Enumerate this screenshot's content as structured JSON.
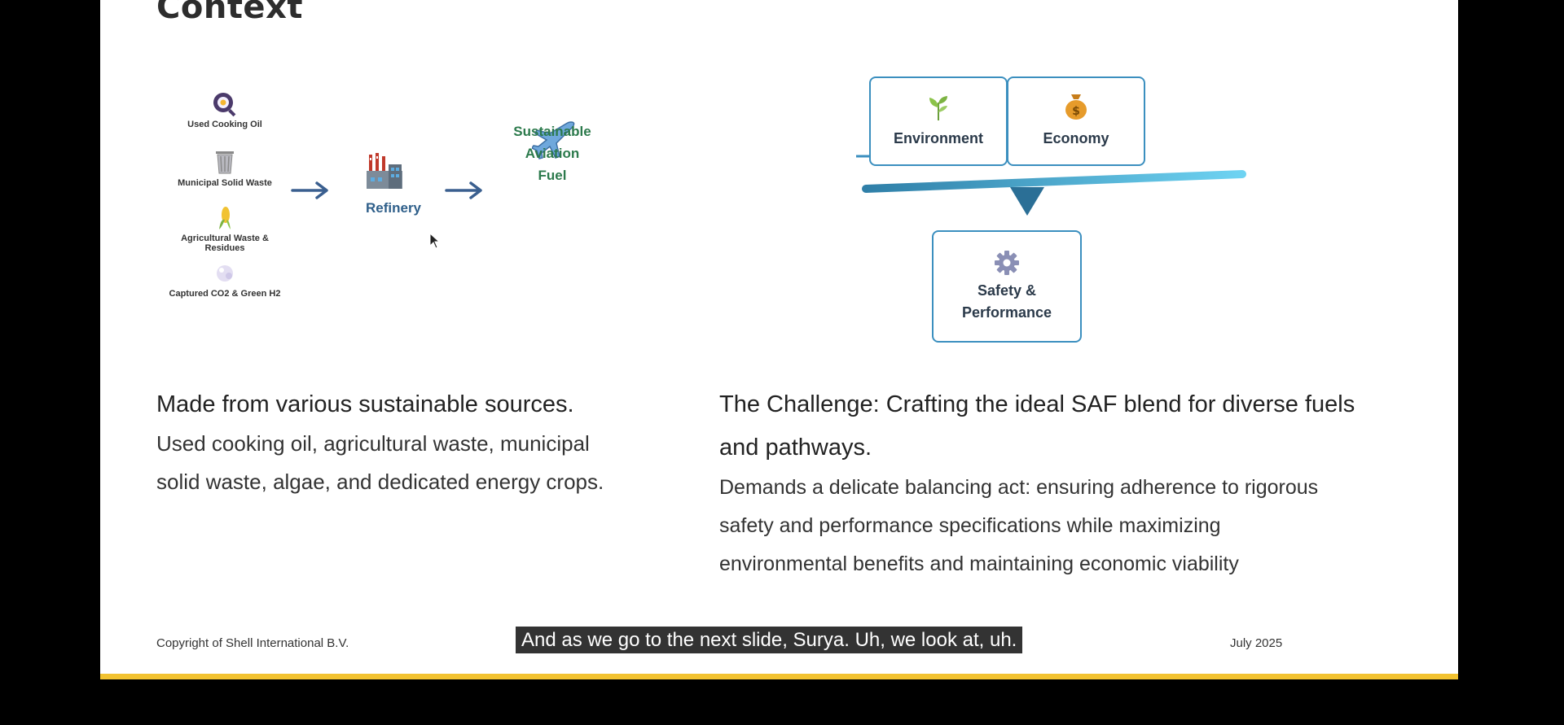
{
  "slide": {
    "title": "Context",
    "flow": {
      "sources": [
        {
          "label": "Used Cooking Oil",
          "icon": "frying-pan-icon"
        },
        {
          "label": "Municipal Solid Waste",
          "icon": "wastebasket-icon"
        },
        {
          "label": "Agricultural Waste & Residues",
          "icon": "corn-icon"
        },
        {
          "label": "Captured CO2 & Green H2",
          "icon": "gas-bubble-icon"
        }
      ],
      "refinery_label": "Refinery",
      "refinery_icon": "factory-icon",
      "output_label_lines": [
        "Sustainable",
        "Aviation",
        "Fuel"
      ],
      "output_icon": "airplane-icon"
    },
    "balance": {
      "environment_label": "Environment",
      "environment_icon": "herb-icon",
      "economy_label": "Economy",
      "economy_icon": "money-bag-icon",
      "safety_label_lines": [
        "Safety &",
        "Performance"
      ],
      "safety_icon": "gear-icon",
      "accent_color": "#3b8fbf"
    },
    "left_text": {
      "heading": "Made from various sustainable sources.",
      "body_lines": [
        "Used cooking oil, agricultural waste, municipal",
        "solid waste, algae, and dedicated energy crops."
      ]
    },
    "right_text": {
      "heading_lines": [
        "The Challenge: Crafting the ideal SAF blend for diverse fuels",
        "and pathways."
      ],
      "body_lines": [
        "Demands a delicate balancing act: ensuring adherence to rigorous",
        "safety and performance specifications while maximizing",
        "environmental benefits and maintaining economic viability"
      ]
    },
    "footer": {
      "copyright": "Copyright of Shell International B.V.",
      "date": "July 2025"
    }
  },
  "caption": "And as we go to the next slide, Surya. Uh, we look at, uh.",
  "colors": {
    "bottom_bar": "#f2c230",
    "refinery_text": "#2f5f8a",
    "saf_text": "#2c7a4c"
  }
}
